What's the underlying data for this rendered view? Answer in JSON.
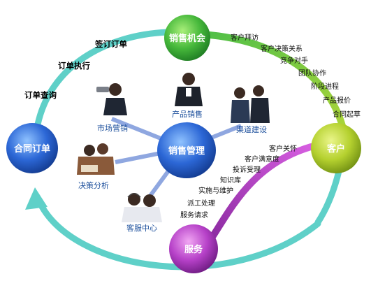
{
  "nodes": {
    "top": "销售机会",
    "left": "合同订单",
    "right": "客户",
    "center": "销售管理",
    "bottom": "服务"
  },
  "outer_left_labels": [
    "签订订单",
    "订单执行",
    "订单查询"
  ],
  "opportunity_items": [
    "客户拜访",
    "客户决策关系",
    "竞争对手",
    "团队协作",
    "阶段进程",
    "产品报价",
    "合同起草"
  ],
  "service_items": [
    "客户关怀",
    "客户满意度",
    "投诉受理",
    "知识库",
    "实施与维护",
    "派工处理",
    "服务请求"
  ],
  "photo_labels": {
    "marketing": "市场营销",
    "product_sales": "产品销售",
    "channel": "渠道建设",
    "decision": "决策分析",
    "customer_service": "客服中心"
  },
  "colors": {
    "ring": "#5fd0c8",
    "green": "#3fae3a",
    "blue": "#2a62d0",
    "yellow_green": "#b7d331",
    "purple": "#b33fc4",
    "spoke": "#8fa7e0",
    "label_blue": "#1c4f9c"
  }
}
